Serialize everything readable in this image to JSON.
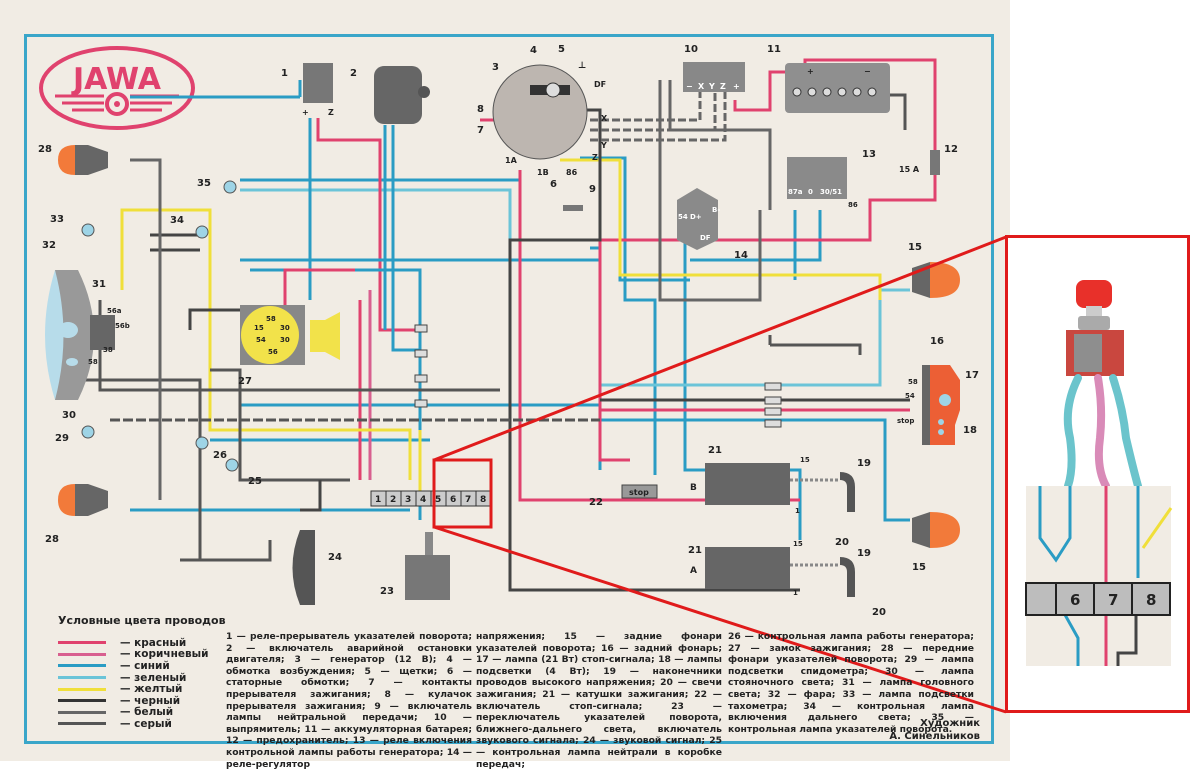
{
  "logo": {
    "text": "JAWA",
    "color": "#e0426e"
  },
  "components": {
    "c1": "1",
    "c2": "2",
    "c3": "3",
    "c4": "4",
    "c5": "5",
    "c6": "6",
    "c7": "7",
    "c8": "8",
    "c9": "9",
    "c10": "10",
    "c11": "11",
    "c12": "12",
    "c13": "13",
    "c14": "14",
    "c15": "15",
    "c16": "16",
    "c17": "17",
    "c18": "18",
    "c19": "19",
    "c20": "20",
    "c21": "21",
    "c22": "22",
    "c23": "23",
    "c24": "24",
    "c25": "25",
    "c26": "26",
    "c27": "27",
    "c28": "28",
    "c29": "29",
    "c30": "30",
    "c31": "31",
    "c32": "32",
    "c33": "33",
    "c34": "34",
    "c35": "35"
  },
  "terminals": {
    "relay1_plus": "+",
    "relay1_z": "Z",
    "gen_ground": "⊥",
    "gen_df": "DF",
    "gen_x": "X",
    "gen_y": "Y",
    "gen_z": "Z",
    "gen_1a": "1A",
    "gen_1b": "1B",
    "gen_86": "86",
    "rect_minus": "−",
    "rect_x": "X",
    "rect_y": "Y",
    "rect_z": "Z",
    "rect_plus": "+",
    "bat_plus": "+",
    "bat_minus": "−",
    "fuse": "15 A",
    "relay13_87a": "87a",
    "relay13_0": "0",
    "relay13_30_51": "30/51",
    "relay13_86": "86",
    "reg_54": "54",
    "reg_dplus": "D+",
    "reg_df": "DF",
    "reg_bminus": "B-",
    "head_56a": "56a",
    "head_56b": "56b",
    "head_38": "38",
    "head_58": "58",
    "ign_58": "58",
    "ign_15": "15",
    "ign_30a": "30",
    "ign_54": "54",
    "ign_30b": "30",
    "ign_56": "56",
    "tail_58": "58",
    "tail_54": "54",
    "tail_stop": "stop",
    "coil_b": "B",
    "coil_a": "A",
    "coil_15": "15",
    "coil_1": "1",
    "stop_switch": "stop"
  },
  "connector_block": [
    "1",
    "2",
    "3",
    "4",
    "5",
    "6",
    "7",
    "8"
  ],
  "legend": {
    "title": "Условные цвета проводов",
    "items": [
      {
        "label": "— красный",
        "color": "#e0426e"
      },
      {
        "label": "— коричневый",
        "color": "#d85f8f"
      },
      {
        "label": "— синий",
        "color": "#2a9cc4"
      },
      {
        "label": "— зеленый",
        "color": "#6bc4d8"
      },
      {
        "label": "— желтый",
        "color": "#f0df3a"
      },
      {
        "label": "— черный",
        "color": "#333333"
      },
      {
        "label": "— белый",
        "color": "#666666"
      },
      {
        "label": "— серый",
        "color": "#555555"
      }
    ]
  },
  "caption": {
    "col1": "1 — реле-прерыватель указателей поворота; 2 — включатель аварийной остановки двигателя; 3 — генератор (12 В); 4 — обмотка возбуждения; 5 — щетки; 6 — статорные обмотки; 7 — контакты прерывателя зажигания; 8 — кулачок прерывателя зажигания; 9 — включатель лампы нейтральной передачи; 10 — выпрямитель; 11 — аккумуляторная батарея; 12 — предохранитель; 13 — реле включения контрольной лампы работы генератора; 14 — реле-регулятор",
    "col2": "напряжения; 15 — задние фонари указателей поворота; 16 — задний фонарь; 17 — лампа (21 Вт) стоп-сигнала; 18 — лампы подсветки (4 Вт); 19 — наконечники проводов высокого напряжения; 20 — свечи зажигания; 21 — катушки зажигания; 22 — включатель стоп-сигнала; 23 — переключатель указателей поворота, ближнего-дальнего света, включатель звукового сигнала; 24 — звуковой сигнал; 25 — контрольная лампа нейтрали в коробке передач;",
    "col3": "26 — контрольная лампа работы генератора; 27 — замок зажигания; 28 — передние фонари указателей поворота; 29 — лампа подсветки спидометра; 30 — лампа стояночного света; 31 — лампа головного света; 32 — фара; 33 — лампа подсветки тахометра; 34 — контрольная лампа включения дальнего света; 35 — контрольная лампа указателей поворота.",
    "author_title": "Художник",
    "author_name": "А. Синельников"
  },
  "inset": {
    "connector_labels": [
      "6",
      "7",
      "8"
    ],
    "highlight_color": "#e01b1b",
    "button_color": "#e8302a"
  }
}
